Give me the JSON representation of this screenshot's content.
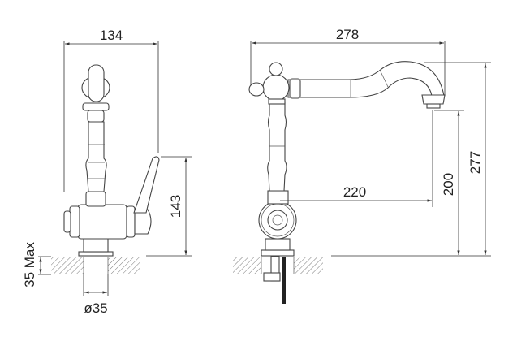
{
  "side_view": {
    "width_label": "134",
    "handle_height_label": "143",
    "deck_thickness_label": "35 Max",
    "hole_diameter_label": "ø35"
  },
  "front_view": {
    "overall_width_label": "278",
    "reach_label": "220",
    "spout_clearance_label": "200",
    "overall_height_label": "277"
  }
}
